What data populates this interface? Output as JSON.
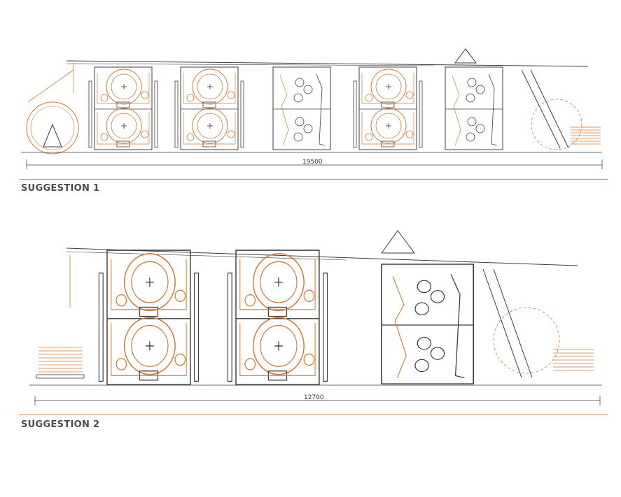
{
  "colors": {
    "line": "#3c3c3c",
    "accent": "#d07a35",
    "title": "#4a4a4a"
  },
  "suggestions": [
    {
      "title": "SUGGESTION 1",
      "dimension": "19500"
    },
    {
      "title": "SUGGESTION 2",
      "dimension": "12700"
    }
  ]
}
